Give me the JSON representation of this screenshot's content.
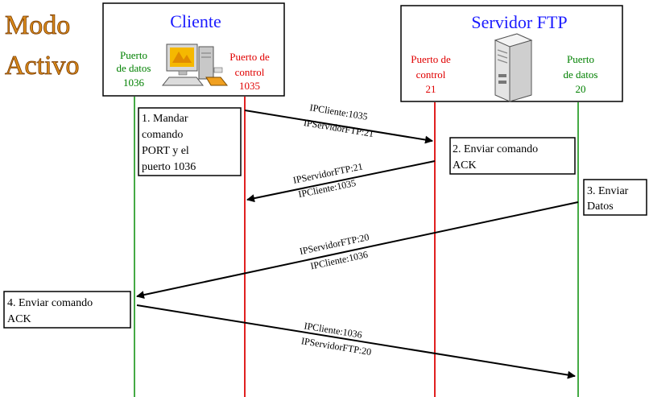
{
  "title": {
    "line1": "Modo",
    "line2": "Activo"
  },
  "client": {
    "name": "Cliente",
    "data_port": {
      "line1": "Puerto",
      "line2": "de datos",
      "line3": "1036"
    },
    "control_port": {
      "line1": "Puerto de",
      "line2": "control",
      "line3": "1035"
    }
  },
  "server": {
    "name": "Servidor FTP",
    "control_port": {
      "line1": "Puerto de",
      "line2": "control",
      "line3": "21"
    },
    "data_port": {
      "line1": "Puerto",
      "line2": "de datos",
      "line3": "20"
    }
  },
  "colors": {
    "client_data": "#008000",
    "client_control": "#e00000",
    "server_name": "#1a1aff",
    "title": "#d98a1a"
  },
  "steps": {
    "s1": {
      "line1": "1. Mandar",
      "line2": "comando",
      "line3": "PORT y el",
      "line4": "puerto 1036"
    },
    "s2": {
      "line1": "2. Enviar comando",
      "line2": "ACK"
    },
    "s3": {
      "line1": "3. Enviar",
      "line2": "Datos"
    },
    "s4": {
      "line1": "4. Enviar comando",
      "line2": "ACK"
    }
  },
  "arrows": {
    "a1": {
      "top": "IPCliente:1035",
      "bottom": "IPServidorFTP:21"
    },
    "a2": {
      "top": "IPServidorFTP:21",
      "bottom": "IPCliente:1035"
    },
    "a3": {
      "top": "IPServidorFTP:20",
      "bottom": "IPCliente:1036"
    },
    "a4": {
      "top": "IPCliente:1036",
      "bottom": "IPServidorFTP:20"
    }
  }
}
